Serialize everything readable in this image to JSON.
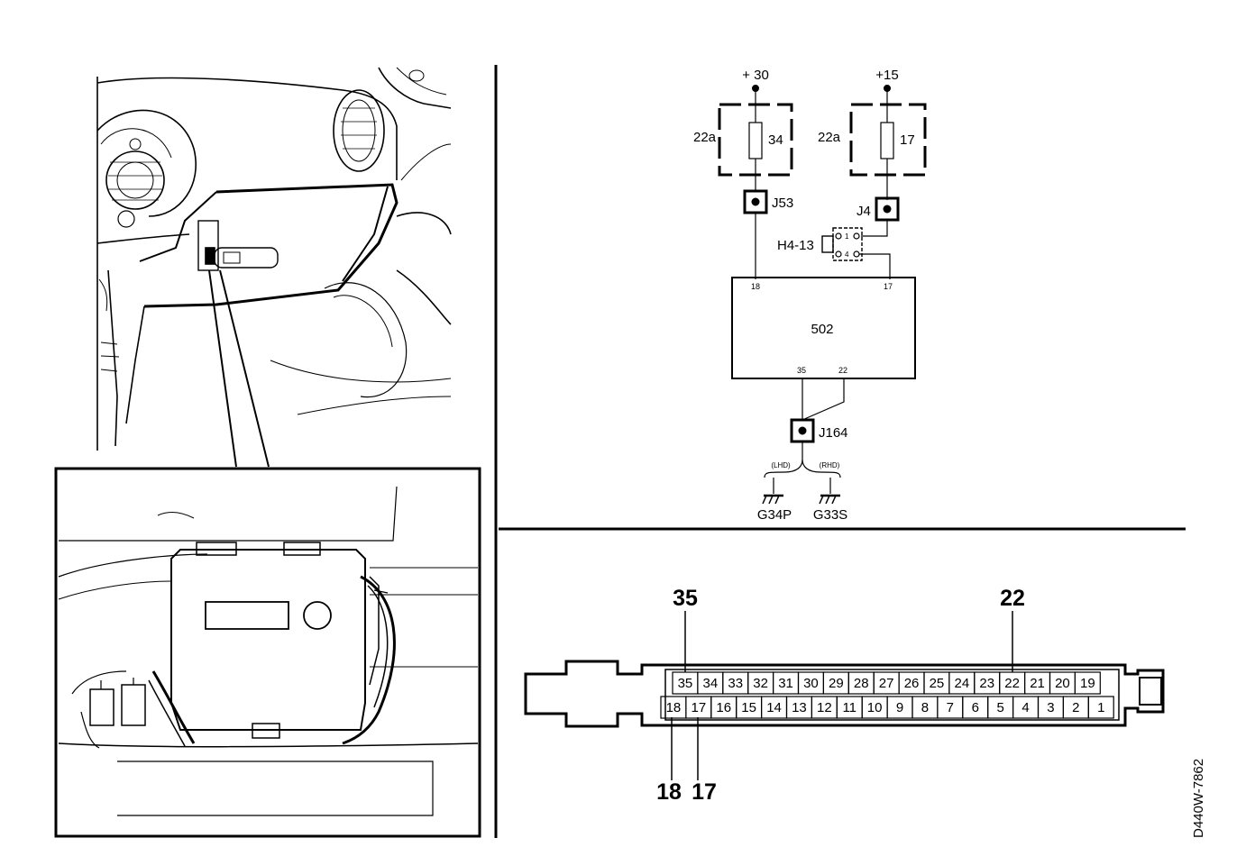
{
  "wiring": {
    "supply_30": "+ 30",
    "supply_15": "+15",
    "fuse_box_left": "22a",
    "fuse_box_right": "22a",
    "fuse_left_number": "34",
    "fuse_right_number": "17",
    "connector_j53": "J53",
    "connector_j4": "J4",
    "connector_h4_13": "H4-13",
    "h4_pin_top": "1",
    "h4_pin_bottom": "4",
    "unit_number": "502",
    "unit_pin_18": "18",
    "unit_pin_17": "17",
    "unit_pin_35": "35",
    "unit_pin_22": "22",
    "connector_j164": "J164",
    "variant_lhd": "(LHD)",
    "variant_rhd": "(RHD)",
    "ground_g34p": "G34P",
    "ground_g33s": "G33S"
  },
  "connector": {
    "callout_35": "35",
    "callout_22": "22",
    "callout_18": "18",
    "callout_17": "17",
    "top_row": [
      "35",
      "34",
      "33",
      "32",
      "31",
      "30",
      "29",
      "28",
      "27",
      "26",
      "25",
      "24",
      "23",
      "22",
      "21",
      "20",
      "19"
    ],
    "bottom_row": [
      "18",
      "17",
      "16",
      "15",
      "14",
      "13",
      "12",
      "11",
      "10",
      "9",
      "8",
      "7",
      "6",
      "5",
      "4",
      "3",
      "2",
      "1"
    ]
  },
  "figure_id": "D440W-7862"
}
